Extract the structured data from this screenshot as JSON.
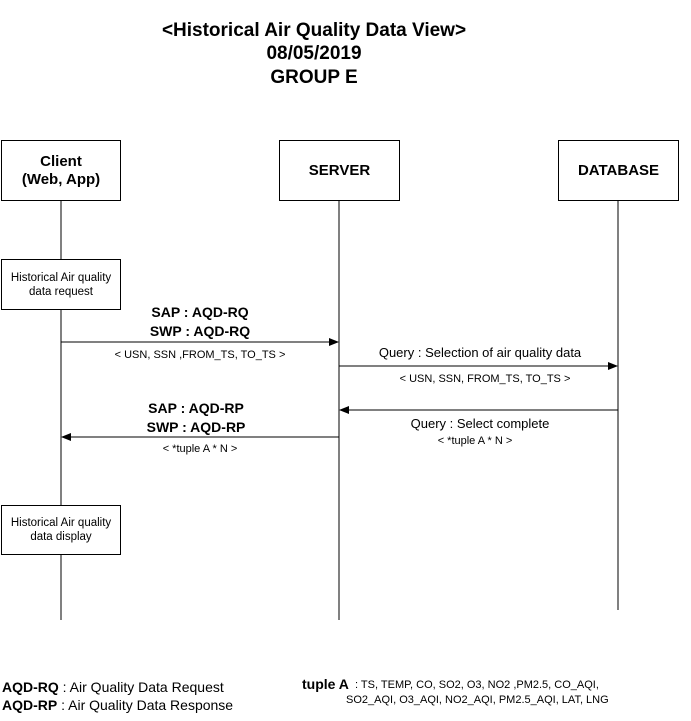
{
  "title": {
    "line1": "<Historical Air Quality Data View>",
    "line2": "08/05/2019",
    "line3": "GROUP E"
  },
  "actors": {
    "client": [
      "Client",
      "(Web, App)"
    ],
    "server": "SERVER",
    "database": "DATABASE"
  },
  "notes": {
    "request": "Historical Air quality data request",
    "display": "Historical Air quality data display"
  },
  "messages": {
    "client_to_server": {
      "sap": "SAP : AQD-RQ",
      "swp": "SWP : AQD-RQ",
      "params": "< USN, SSN ,FROM_TS, TO_TS >"
    },
    "server_to_db": {
      "label": "Query : Selection of air quality data",
      "params": "< USN, SSN, FROM_TS, TO_TS >"
    },
    "db_to_server": {
      "label": "Query : Select complete",
      "params": "< *tuple A * N >"
    },
    "server_to_client": {
      "sap": "SAP : AQD-RP",
      "swp": "SWP : AQD-RP",
      "params": "< *tuple A * N  >"
    }
  },
  "legend": {
    "rq_key": "AQD-RQ",
    "rq_desc": " : Air Quality Data Request",
    "rp_key": "AQD-RP",
    "rp_desc": " : Air Quality Data Response",
    "tuple_key": "tuple A",
    "tuple_line1": " : TS, TEMP, CO, SO2, O3, NO2 ,PM2.5, CO_AQI,",
    "tuple_line2": "SO2_AQI, O3_AQI, NO2_AQI, PM2.5_AQI, LAT, LNG"
  }
}
